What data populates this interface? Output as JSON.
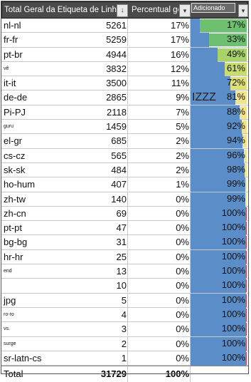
{
  "header": {
    "col1": "Total Geral da Etiqueta de Linhas",
    "col1_filter": "↓",
    "col2": "Percentual ge",
    "col2_filter": "▾",
    "col3": "Adicionado",
    "col3_filter": "▾"
  },
  "rows": [
    {
      "label": "nl-nl",
      "count": "5261",
      "pct": "17%",
      "cum": "17%",
      "cum_value": 0.17,
      "color": "#6cc070"
    },
    {
      "label": "fr-fr",
      "count": "5259",
      "pct": "17%",
      "cum": "33%",
      "cum_value": 0.33,
      "color": "#6cc070"
    },
    {
      "label": "pt-br",
      "count": "4944",
      "pct": "16%",
      "cum": "49%",
      "cum_value": 0.49,
      "color": "#a8d26b"
    },
    {
      "label": "vê",
      "count": "3832",
      "pct": "12%",
      "cum": "61%",
      "cum_value": 0.61,
      "color": "#c9dc6e"
    },
    {
      "label": "it-it",
      "count": "3500",
      "pct": "11%",
      "cum": "72%",
      "cum_value": 0.72,
      "color": "#e0e07a"
    },
    {
      "label": "de-de",
      "count": "2865",
      "pct": "9%",
      "cum": "81%",
      "cum_value": 0.81,
      "color": "#f0e58a",
      "overlay": "IZZZ"
    },
    {
      "label": "Pi-PJ",
      "count": "2118",
      "pct": "7%",
      "cum": "88%",
      "cum_value": 0.88,
      "color": "#f3e28e"
    },
    {
      "label": "guru",
      "count": "1459",
      "pct": "5%",
      "cum": "92%",
      "cum_value": 0.92,
      "color": "#f3e28e"
    },
    {
      "label": "el-gr",
      "count": "685",
      "pct": "2%",
      "cum": "94%",
      "cum_value": 0.94,
      "color": "#f3e28e"
    },
    {
      "label": "cs-cz",
      "count": "565",
      "pct": "2%",
      "cum": "96%",
      "cum_value": 0.96,
      "color": "#f3e28e"
    },
    {
      "label": "sk-sk",
      "count": "484",
      "pct": "2%",
      "cum": "98%",
      "cum_value": 0.98,
      "color": "#f3e28e"
    },
    {
      "label": "ho-hum",
      "count": "407",
      "pct": "1%",
      "cum": "99%",
      "cum_value": 0.99,
      "color": "#f3e28e"
    },
    {
      "label": "zh-tw",
      "count": "140",
      "pct": "0%",
      "cum": "99%",
      "cum_value": 0.99,
      "color": "#f3e28e"
    },
    {
      "label": "zh-cn",
      "count": "69",
      "pct": "0%",
      "cum": "100%",
      "cum_value": 1.0,
      "color": "#e07a7a"
    },
    {
      "label": "pt-pt",
      "count": "47",
      "pct": "0%",
      "cum": "100%",
      "cum_value": 1.0,
      "color": "#e07a7a"
    },
    {
      "label": "bg-bg",
      "count": "31",
      "pct": "0%",
      "cum": "100%",
      "cum_value": 1.0,
      "color": "#e07a7a"
    },
    {
      "label": "hr-hr",
      "count": "25",
      "pct": "0%",
      "cum": "100%",
      "cum_value": 1.0,
      "color": "#e07a7a"
    },
    {
      "label": "end",
      "count": "13",
      "pct": "0%",
      "cum": "100%",
      "cum_value": 1.0,
      "color": "#e07a7a"
    },
    {
      "label": "",
      "count": "10",
      "pct": "0%",
      "cum": "100%",
      "cum_value": 1.0,
      "color": "#e07a7a"
    },
    {
      "label": "jpg",
      "count": "5",
      "pct": "0%",
      "cum": "100%",
      "cum_value": 1.0,
      "color": "#e07a7a"
    },
    {
      "label": "ro-ro",
      "count": "4",
      "pct": "0%",
      "cum": "100%",
      "cum_value": 1.0,
      "color": "#e07a7a"
    },
    {
      "label": "vs.",
      "count": "3",
      "pct": "0%",
      "cum": "100%",
      "cum_value": 1.0,
      "color": "#e07a7a"
    },
    {
      "label": "surge",
      "count": "2",
      "pct": "0%",
      "cum": "100%",
      "cum_value": 1.0,
      "color": "#e07a7a"
    },
    {
      "label": "sr-latn-cs",
      "count": "1",
      "pct": "0%",
      "cum": "100%",
      "cum_value": 1.0,
      "color": "#e07a7a"
    }
  ],
  "total": {
    "label": "Total",
    "count": "31729",
    "pct": "100%"
  },
  "colors": {
    "bar": "#5b8dc9",
    "header_bg": "#4a4a4a"
  }
}
